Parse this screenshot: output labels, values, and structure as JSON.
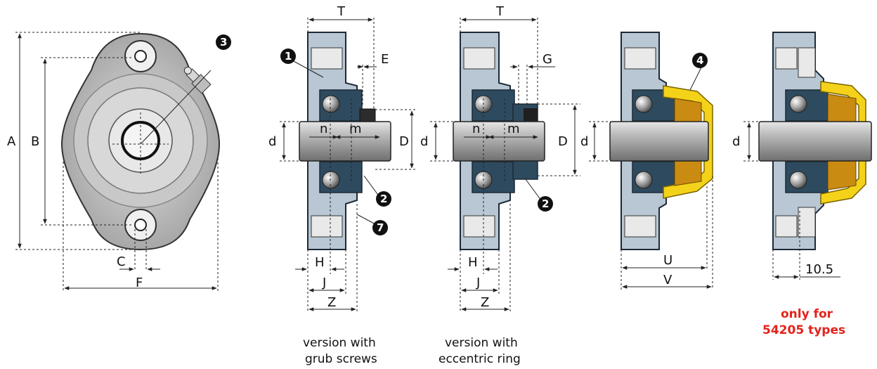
{
  "labels": {
    "A": "A",
    "B": "B",
    "C": "C",
    "F": "F",
    "T": "T",
    "E": "E",
    "G": "G",
    "d": "d",
    "D": "D",
    "n": "n",
    "m": "m",
    "H": "H",
    "J": "J",
    "Z": "Z",
    "U": "U",
    "V": "V",
    "dim_10_5": "10.5"
  },
  "callouts": {
    "c1": "1",
    "c2": "2",
    "c3": "3",
    "c4": "4",
    "c7": "7"
  },
  "captions": {
    "grub_line1": "version with",
    "grub_line2": "grub screws",
    "ecc_line1": "version with",
    "ecc_line2": "eccentric ring",
    "only_line1": "only for",
    "only_line2": "54205 types"
  },
  "colors": {
    "housing": "#b8c7d3",
    "insert": "#2e4a5e",
    "cover": "#f4d21a",
    "note_red": "#e3231b"
  }
}
